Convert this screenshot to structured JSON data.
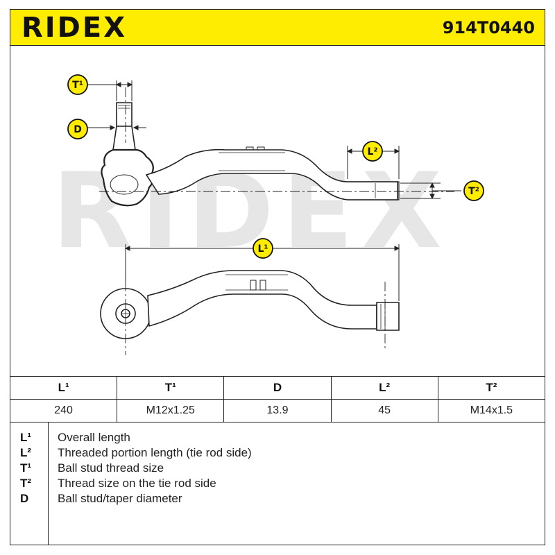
{
  "header": {
    "brand": "RIDEX",
    "part_number": "914T0440"
  },
  "drawing": {
    "labels": {
      "t1": "T¹",
      "d": "D",
      "l2": "L²",
      "t2": "T²",
      "l1": "L¹"
    },
    "watermark": "RIDEX",
    "colors": {
      "badge": "#ffed00",
      "line": "#222222",
      "watermark": "#e6e6e6"
    }
  },
  "specs": {
    "headers": [
      "L¹",
      "T¹",
      "D",
      "L²",
      "T²"
    ],
    "values": [
      "240",
      "M12x1.25",
      "13.9",
      "45",
      "M14x1.5"
    ]
  },
  "legend": [
    {
      "symbol": "L¹",
      "description": "Overall length"
    },
    {
      "symbol": "L²",
      "description": "Threaded portion length (tie rod side)"
    },
    {
      "symbol": "T¹",
      "description": "Ball stud thread size"
    },
    {
      "symbol": "T²",
      "description": "Thread size on the tie rod side"
    },
    {
      "symbol": "D",
      "description": "Ball stud/taper diameter"
    }
  ]
}
